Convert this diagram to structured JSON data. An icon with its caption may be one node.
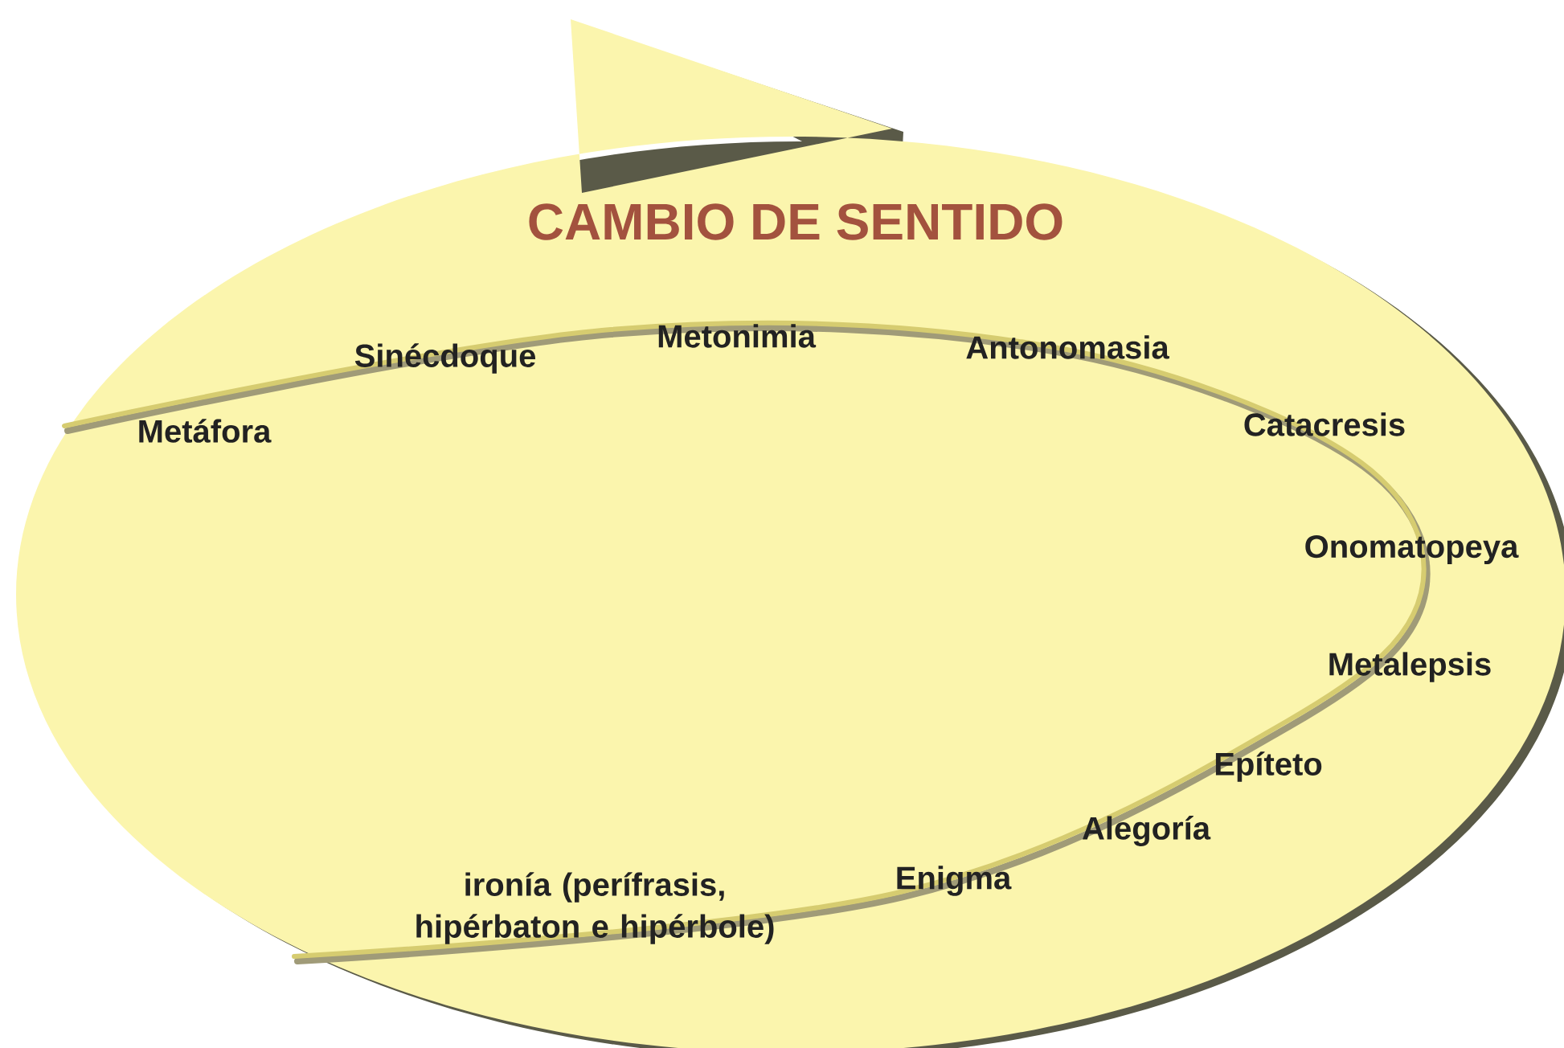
{
  "diagram": {
    "title": "CAMBIO DE SENTIDO",
    "labels": [
      "Metáfora",
      "Sinécdoque",
      "Metonimia",
      "Antonomasia",
      "Catacresis",
      "Onomatopeya",
      "Metalepsis",
      "Epíteto",
      "Alegoría",
      "Enigma",
      "ironía (perífrasis, hipérbaton e hipérbole)"
    ]
  }
}
